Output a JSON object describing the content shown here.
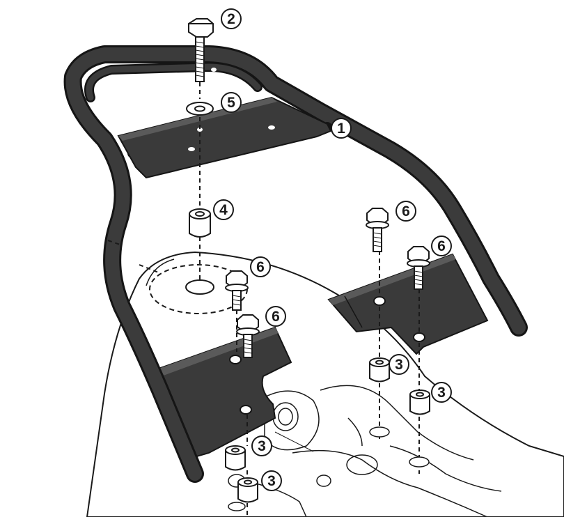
{
  "callouts": [
    {
      "id": "c1",
      "label": "1"
    },
    {
      "id": "c2",
      "label": "2"
    },
    {
      "id": "c3a",
      "label": "3"
    },
    {
      "id": "c3b",
      "label": "3"
    },
    {
      "id": "c3c",
      "label": "3"
    },
    {
      "id": "c3d",
      "label": "3"
    },
    {
      "id": "c4",
      "label": "4"
    },
    {
      "id": "c5",
      "label": "5"
    },
    {
      "id": "c6a",
      "label": "6"
    },
    {
      "id": "c6b",
      "label": "6"
    },
    {
      "id": "c6c",
      "label": "6"
    },
    {
      "id": "c6d",
      "label": "6"
    }
  ],
  "colors": {
    "rack": "#333333",
    "rack_edge": "#151515",
    "plate": "#3a3a3a",
    "hardware_fill": "#ffffff",
    "line": "#1a1a1a",
    "background": "#ffffff"
  }
}
